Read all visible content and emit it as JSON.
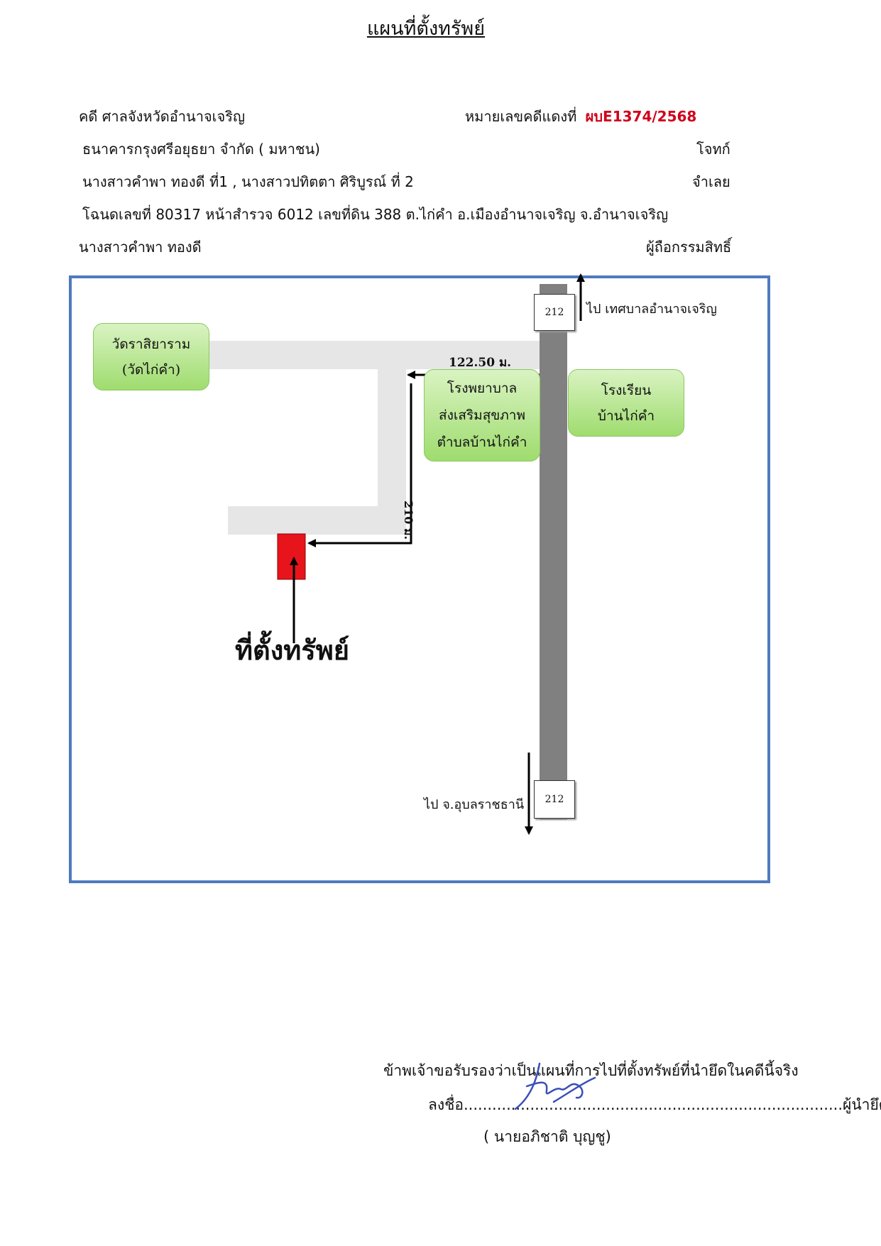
{
  "title": "แผนที่ตั้งทรัพย์",
  "header": {
    "case_court": "คดี ศาลจังหวัดอำนาจเจริญ",
    "case_no_label": "หมายเลขคดีแดงที่",
    "case_no_value": "ผบE1374/2568",
    "plaintiff_name": "ธนาคารกรุงศรีอยุธยา จำกัด ( มหาชน)",
    "plaintiff_role": "โจทก์",
    "defendant_name": "นางสาวคำพา ทองดี ที่1 , นางสาวปทิตตา    ศิริบูรณ์ ที่ 2",
    "defendant_role": "จำเลย",
    "deed": "โฉนดเลขที่ 80317 หน้าสำรวจ 6012 เลขที่ดิน 388 ต.ไก่คำ อ.เมืองอำนาจเจริญ  จ.อำนาจเจริญ",
    "owner_name": "นางสาวคำพา ทองดี",
    "owner_role": "ผู้ถือกรรมสิทธิ์"
  },
  "map": {
    "temple_line1": "วัดราสิยาราม",
    "temple_line2": "(วัดไก่คำ)",
    "hospital_line1": "โรงพยาบาล",
    "hospital_line2": "ส่งเสริมสุขภาพ",
    "hospital_line3": "ตำบลบ้านไก่คำ",
    "school_line1": "โรงเรียน",
    "school_line2": "บ้านไก่คำ",
    "route_top": "212",
    "route_bottom": "212",
    "to_north": "ไป เทศบาลอำนาจเจริญ",
    "to_south": "ไป จ.อุบลราชธานี",
    "dist_horizontal": "122.50 ม.",
    "dist_vertical": "210 ม.",
    "property_label": "ที่ตั้งทรัพย์",
    "colors": {
      "road": "#e6e6e6",
      "highway": "#808080",
      "property": "#e8141b",
      "frame": "#4e7abf"
    }
  },
  "certify": {
    "statement": "ข้าพเจ้าขอรับรองว่าเป็นแผนที่การไปที่ตั้งทรัพย์ที่นำยึดในคดีนี้จริง",
    "sign_prefix": "ลงชื่อ................................................................................",
    "sign_role": "ผู้นำยึด",
    "name": "(  นายอภิชาติ  บุญชู)"
  }
}
